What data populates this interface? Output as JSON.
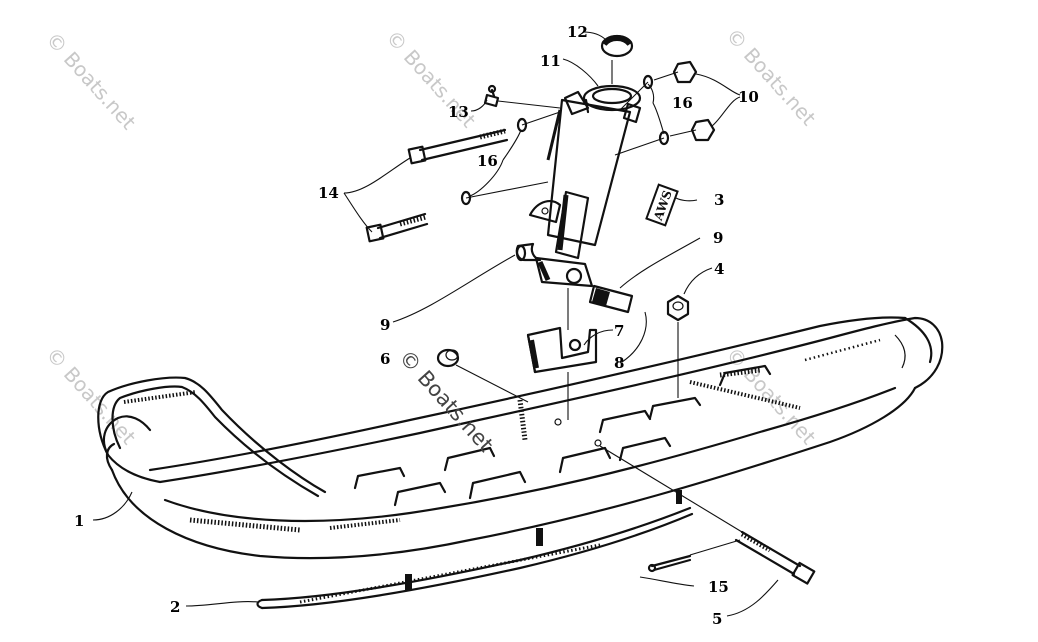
{
  "watermarks": [
    {
      "text": "© Boats.net"
    },
    {
      "text": "© Boats.net"
    },
    {
      "text": "© Boats.net"
    },
    {
      "text": "© Boats.net"
    },
    {
      "text": "© Boats.net"
    },
    {
      "text": "© Boats.net"
    }
  ],
  "center_watermark": "© Boats.net",
  "decal_text": "AWS",
  "callouts": {
    "c1": "1",
    "c2": "2",
    "c3": "3",
    "c4": "4",
    "c5": "5",
    "c6": "6",
    "c7": "7",
    "c8": "8",
    "c9a": "9",
    "c9b": "9",
    "c10": "10",
    "c11": "11",
    "c12": "12",
    "c13": "13",
    "c14": "14",
    "c15": "15",
    "c16a": "16",
    "c16b": "16"
  }
}
